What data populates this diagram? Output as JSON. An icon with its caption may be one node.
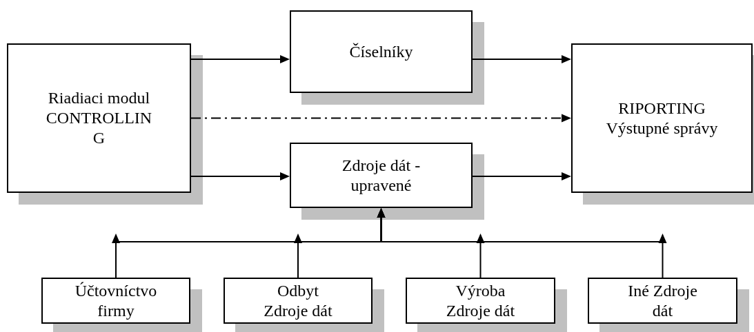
{
  "diagram": {
    "nodes": [
      {
        "text": [
          "Riadiaci modul CONTROLLIN G"
        ]
      },
      {
        "text": [
          "Číselníky"
        ]
      },
      {
        "text": [
          "RIPORTING Výstupné správy"
        ]
      },
      {
        "text": [
          "Zdroje dát - upravené"
        ]
      },
      {
        "text": [
          "Účtovníctvo firmy"
        ]
      },
      {
        "text": [
          "Odbyt Zdroje dát"
        ]
      },
      {
        "text": [
          "Výroba Zdroje dát"
        ]
      },
      {
        "text": [
          "Iné Zdroje dát"
        ]
      }
    ],
    "edges": [
      {
        "from": 0,
        "to": 1,
        "arrow": "to"
      },
      {
        "from": 1,
        "to": 2,
        "arrow": "to"
      },
      {
        "from": 0,
        "to": 2,
        "arrow": "to",
        "style": "dashed"
      },
      {
        "from": 0,
        "to": 3,
        "arrow": "to"
      },
      {
        "from": 3,
        "to": 2,
        "arrow": "to"
      },
      {
        "from": 4,
        "to": 3,
        "arrow": "to"
      },
      {
        "from": 5,
        "to": 3,
        "arrow": "to"
      },
      {
        "from": 6,
        "to": 3,
        "arrow": "to"
      },
      {
        "from": 7,
        "to": 3,
        "arrow": "to"
      }
    ]
  }
}
